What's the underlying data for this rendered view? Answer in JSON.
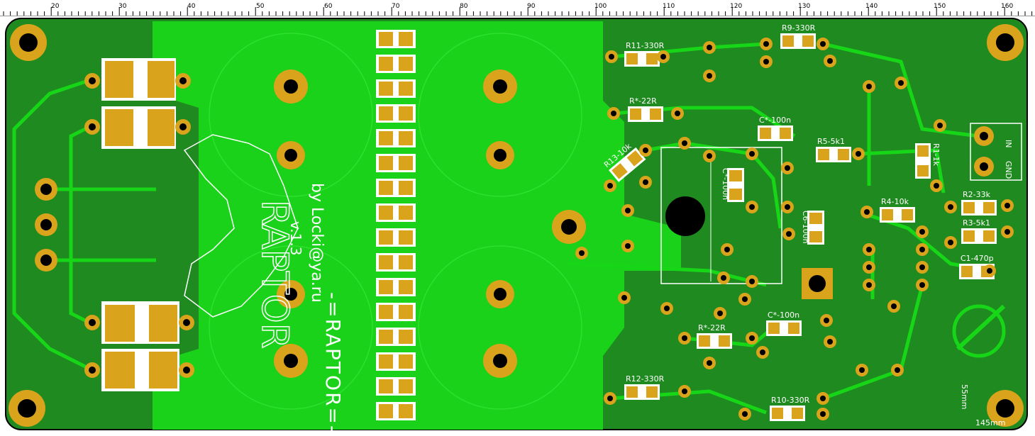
{
  "ruler": {
    "labels": [
      "20",
      "30",
      "40",
      "50",
      "60",
      "70",
      "80",
      "90",
      "100",
      "110",
      "120",
      "130",
      "140",
      "150",
      "160"
    ]
  },
  "colors": {
    "board_dark": "#1f8a1f",
    "copper_fill": "#19d219",
    "trace": "#17d617",
    "pad_gold": "#d9a41b",
    "silk": "#ffffff",
    "hole": "#000000"
  },
  "silkscreen": {
    "title": "-=RAPTOR=-",
    "author": "by Locki@ya.ru",
    "version": "v.1.3",
    "logo_word": "RAPTOR",
    "dimension_1": "55mm",
    "dimension_2": "145mm",
    "conn_in": "IN",
    "conn_gnd": "GND"
  },
  "components": {
    "R11": "R11-330R",
    "R9": "R9-330R",
    "R_top": "R*-22R",
    "R13": "R13-10k",
    "C_top": "C*-100n",
    "C_mid": "C*-100n",
    "C6": "C6-100n",
    "R5": "R5-5k1",
    "R1": "R1-1k",
    "R4": "R4-10k",
    "R2": "R2-33k",
    "R3": "R3-5k1",
    "C1": "C1-470p",
    "C_bot": "C*-100n",
    "R_bot": "R*-22R",
    "R12": "R12-330R",
    "R10": "R10-330R"
  }
}
